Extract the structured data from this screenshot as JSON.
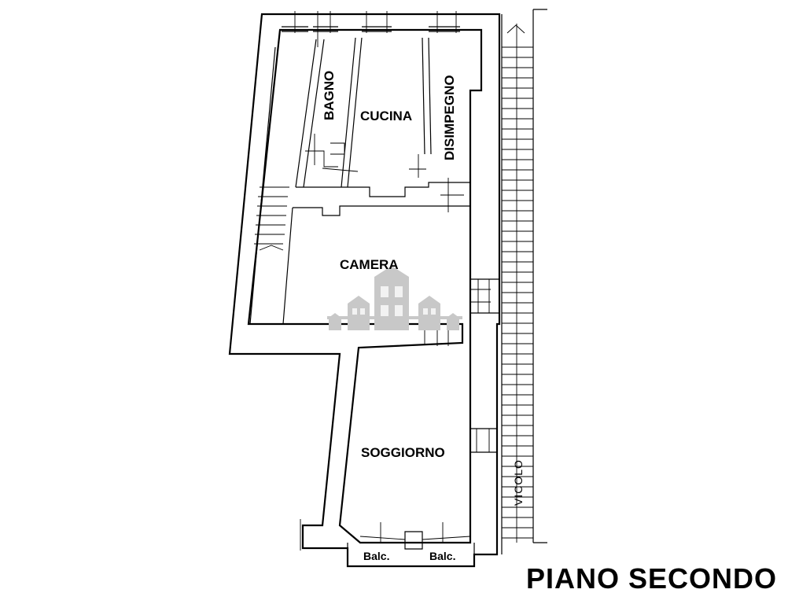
{
  "floor_title": "PIANO SECONDO",
  "rooms": {
    "bagno": "BAGNO",
    "cucina": "CUCINA",
    "disimpegno": "DISIMPEGNO",
    "camera": "CAMERA",
    "soggiorno": "SOGGIORNO"
  },
  "balconies": [
    "Balc.",
    "Balc."
  ],
  "street": "VICOLO",
  "colors": {
    "lines": "#000000",
    "watermark": "#c8c8c8",
    "watermark_windows": "#f2f2f2"
  }
}
